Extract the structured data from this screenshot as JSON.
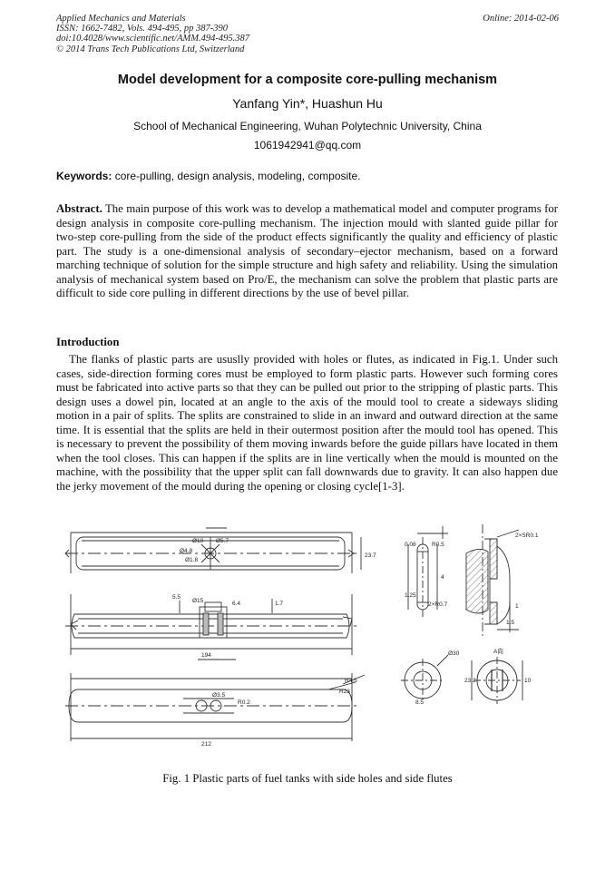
{
  "header": {
    "journal": "Applied Mechanics and Materials",
    "issn": "ISSN: 1662-7482, Vols. 494-495, pp 387-390",
    "doi": "doi:10.4028/www.scientific.net/AMM.494-495.387",
    "copyright": "© 2014 Trans Tech Publications Ltd, Switzerland",
    "online": "Online: 2014-02-06"
  },
  "title": "Model development for a composite core-pulling mechanism",
  "authors": "Yanfang Yin*, Huashun Hu",
  "affiliation": "School of Mechanical Engineering, Wuhan Polytechnic University, China",
  "email": "1061942941@qq.com",
  "keywords": {
    "label": "Keywords:",
    "text": " core-pulling, design analysis, modeling, composite."
  },
  "abstract": {
    "label": "Abstract.",
    "text": " The main purpose of this work was to develop a mathematical model and computer programs for design analysis in composite core-pulling mechanism. The injection mould with slanted guide pillar for two-step core-pulling from the side of the product effects significantly the quality and efficiency of plastic part. The study is a one-dimensional analysis of secondary–ejector mechanism, based on a forward marching technique of solution for the simple structure and high safety and reliability. Using the simulation analysis of mechanical system based on Pro/E, the mechanism can solve the problem that plastic parts are difficult to side core pulling in different directions by the use of bevel pillar."
  },
  "introduction": {
    "heading": "Introduction",
    "text": "The flanks of plastic parts are ususlly provided with holes or flutes, as indicated in Fig.1. Under such cases, side-direction forming cores must be employed to form plastic parts. However such forming cores must be fabricated into active parts so that they can be pulled out prior to the stripping of plastic parts. This design uses a dowel pin, located at an angle to the axis of the mould tool to create a sideways sliding motion in a pair of splits. The splits are constrained to slide in an inward and outward direction at the same time. It is essential that the splits are held in their outermost position after the mould tool has opened. This is necessary to prevent the possibility of them moving inwards before the guide pillars have located in them when the tool closes. This can happen if the splits are in line vertically when the mould is mounted on the machine, with the possibility that the upper split can fall downwards due to gravity. It can also happen due the jerky movement of the mould during the opening or closing cycle[1-3]."
  },
  "figure": {
    "caption": "Fig. 1 Plastic parts of fuel tanks with side holes and side flutes",
    "dims": {
      "d1": "Ø10",
      "d2": "Ø5.7",
      "d3": "Ø4.8",
      "d4": "Ø1.8",
      "d5": "23.7",
      "d6": "5.5",
      "d7": "Ø15",
      "d8": "6.4",
      "d9": "1.7",
      "d10": "194",
      "d11": "R4.5",
      "d12": "R23",
      "d13": "Ø3.5",
      "d14": "R0.2",
      "d15": "212",
      "d16": "0.08",
      "d17": "R0.5",
      "d18": "4",
      "d19": "1.25",
      "d20": "2×R0.7",
      "d21": "2×SR0.1",
      "d22": "1.5",
      "d23": "1",
      "d24": "Ø30",
      "d25": "8.5",
      "d26": "23.2",
      "d27": "10",
      "d28": "A向"
    }
  }
}
